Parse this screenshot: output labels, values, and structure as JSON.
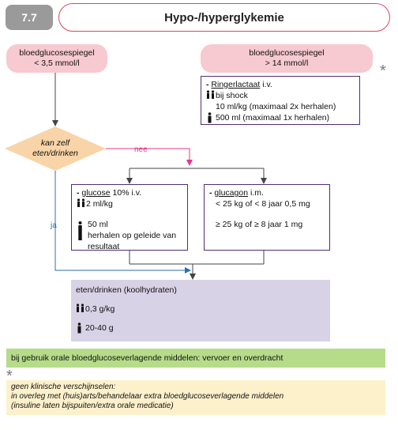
{
  "header": {
    "number": "7.7",
    "title": "Hypo-/hyperglykemie"
  },
  "low": {
    "line1": "bloedglucosespiegel",
    "line2": "< 3,5 mmol/l"
  },
  "high": {
    "line1": "bloedglucosespiegel",
    "line2": "> 14 mmol/l"
  },
  "star": "*",
  "ringer": {
    "dash": "- ",
    "drug": "Ringerlactaat",
    "route": " i.v.",
    "child_line1": "bij shock",
    "child_line2": "10 ml/kg (maximaal 2x herhalen)",
    "adult": "500 ml (maximaal 1x herhalen)"
  },
  "decision": {
    "line1": "kan zelf",
    "line2": "eten/drinken"
  },
  "labels": {
    "no": "nee",
    "yes": "ja"
  },
  "glucose": {
    "dash": "- ",
    "drug": "glucose",
    "route": " 10% i.v.",
    "child": "2 ml/kg",
    "adult_line1": "50  ml",
    "adult_line2": "herhalen op geleide van",
    "adult_line3": "resultaat"
  },
  "glucagon": {
    "dash": "- ",
    "drug": "glucagon",
    "route": " i.m.",
    "rule1": "< 25 kg of < 8 jaar 0,5 mg",
    "rule2": "≥ 25 kg of ≥ 8 jaar 1 mg"
  },
  "food": {
    "title": "eten/drinken (koolhydraten)",
    "child": "0,3 g/kg",
    "adult": "20-40 g"
  },
  "green_bar": "bij gebruik orale bloedglucoseverlagende middelen: vervoer en overdracht",
  "note": {
    "line1": "geen klinische verschijnselen:",
    "line2": "in overleg met (huis)arts/behandelaar extra bloedglucoseverlagende middelen",
    "line3": "(insuline laten bijspuiten/extra orale medicatie)"
  },
  "icons": {
    "child": "children-icon",
    "adult": "adult-icon"
  },
  "colors": {
    "pink": "#f7c9d0",
    "diamond": "#f8d4a8",
    "purple": "#4d2d7a",
    "lavender": "#d7d2e6",
    "green": "#b6dc8a",
    "note": "#fdf1cc",
    "no_arrow": "#e8368a",
    "yes_arrow": "#2a6fb0"
  }
}
